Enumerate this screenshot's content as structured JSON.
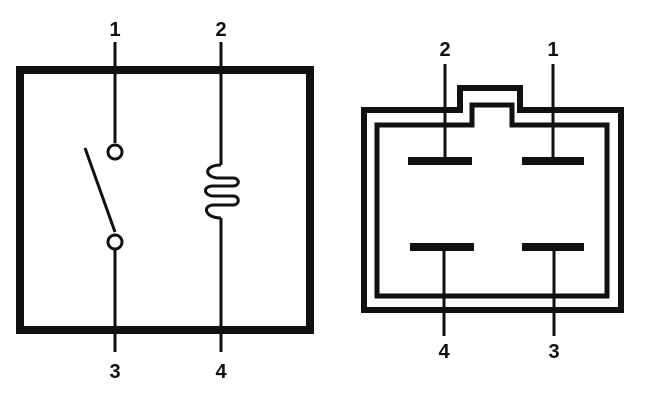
{
  "schematic": {
    "pins": {
      "top_left": "1",
      "top_right": "2",
      "bottom_left": "3",
      "bottom_right": "4"
    }
  },
  "connector": {
    "pins": {
      "top_left": "2",
      "top_right": "1",
      "bottom_left": "4",
      "bottom_right": "3"
    }
  },
  "colors": {
    "ink": "#111111",
    "paper": "#ffffff"
  }
}
